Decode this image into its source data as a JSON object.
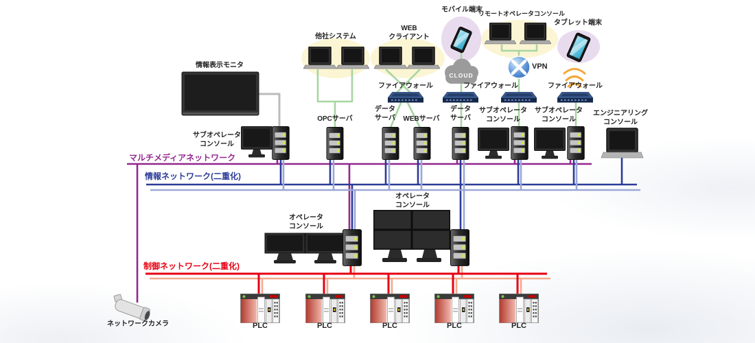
{
  "diagram": {
    "type": "industrial-control-network-architecture",
    "labels": {
      "info_monitor": "情報表示モニタ",
      "sub_operator_console": {
        "line1": "サブオペレータ",
        "line2": "コンソール"
      },
      "multimedia_network": "マルチメディアネットワーク",
      "information_network": "情報ネットワーク(二重化)",
      "control_network": "制御ネットワーク(二重化)",
      "network_camera": "ネットワークカメラ",
      "other_system": "他社システム",
      "web_client": {
        "line1": "WEB",
        "line2": "クライアント"
      },
      "mobile_terminal": "モバイル端末",
      "remote_operator_console": "リモートオペレータコンソール",
      "tablet_terminal": "タブレット端末",
      "cloud": "CLOUD",
      "vpn": "VPN",
      "firewall": "ファイアウォール",
      "opc_server": "OPCサーバ",
      "data_server": {
        "line1": "データ",
        "line2": "サーバ"
      },
      "web_server": "WEBサーバ",
      "engineering_console": {
        "line1": "エンジニアリング",
        "line2": "コンソール"
      },
      "operator_console": {
        "line1": "オペレータ",
        "line2": "コンソール"
      },
      "plc": "PLC"
    },
    "colors": {
      "multimedia_network": "#93278F",
      "information_network": "#2B3B97",
      "information_network_secondary": "#9BA7D8",
      "control_network": "#E60012",
      "control_network_secondary": "#F4A98E",
      "connection_line_green": "#A8D5A2",
      "connection_line_gray": "#BBBBBB",
      "wifi_orange": "#F5A63C",
      "halo_yellow": "#FBF5D3",
      "halo_lavender": "#E9DBEE"
    },
    "icons": {
      "cloud-icon": "gray-cloud-shape",
      "vpn-icon": "blue-sphere-with-x",
      "firewall-icon": "3d-network-switch",
      "server-tower-icon": "tower-with-3-bays",
      "monitor-icon": "desktop-display",
      "laptop-icon": "laptop",
      "tablet-icon": "tilted-tablet",
      "mobile-icon": "tilted-phone",
      "plc-icon": "plc-rack-modules",
      "network-camera-icon": "bullet-camera",
      "wifi-icon": "three-orange-arcs"
    }
  }
}
